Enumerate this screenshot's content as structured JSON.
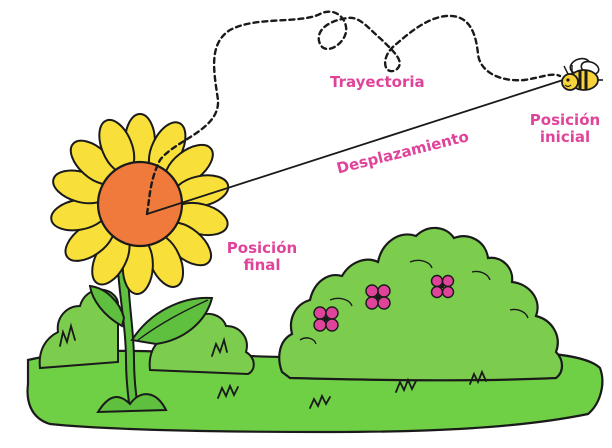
{
  "labels": {
    "trayectoria": "Trayectoria",
    "desplazamiento": "Desplazamiento",
    "posicion_inicial_line1": "Posición",
    "posicion_inicial_line2": "inicial",
    "posicion_final_line1": "Posición",
    "posicion_final_line2": "final"
  },
  "colors": {
    "label": "#e0449a",
    "petal": "#f8df3a",
    "flower_center": "#ef7a3c",
    "bush": "#7ccd4e",
    "grass": "#6fcf45",
    "leaf": "#5fbf3e",
    "rose": "#e0449a",
    "outline": "#1a1a1a"
  },
  "icons": [
    "sunflower",
    "bee",
    "bush",
    "flower-cluster",
    "grass-tuft"
  ]
}
